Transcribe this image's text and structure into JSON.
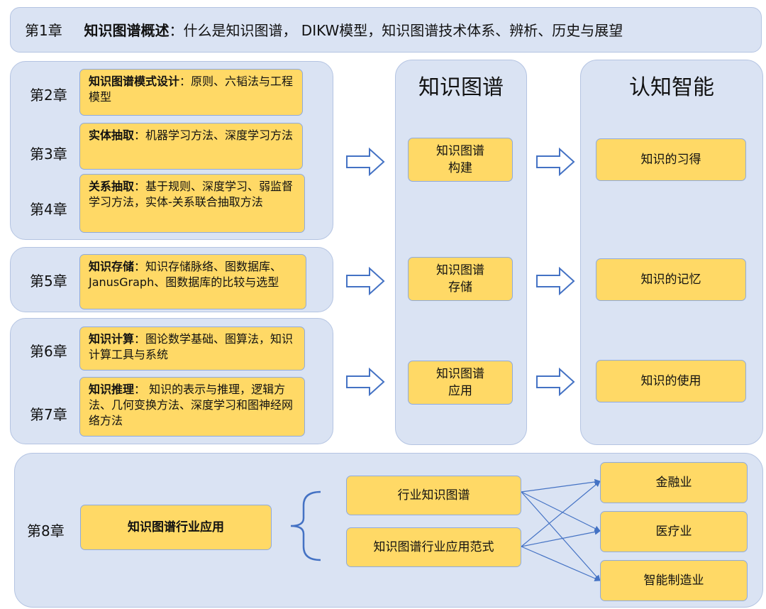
{
  "chapter1": {
    "num": "第1章",
    "title": "知识图谱概述",
    "desc": "：什么是知识图谱， DIKW模型，知识图谱技术体系、辨析、历史与展望"
  },
  "group1": {
    "ch2": {
      "num": "第2章",
      "title": "知识图谱模式设计",
      "desc": "：原则、六韬法与工程模型"
    },
    "ch3": {
      "num": "第3章",
      "title": "实体抽取",
      "desc": "：机器学习方法、深度学习方法"
    },
    "ch4": {
      "num": "第4章",
      "title": "关系抽取",
      "desc": "：基于规则、深度学习、弱监督学习方法，实体-关系联合抽取方法"
    }
  },
  "group2": {
    "ch5": {
      "num": "第5章",
      "title": "知识存储",
      "desc": "：知识存储脉络、图数据库、 JanusGraph、图数据库的比较与选型"
    }
  },
  "group3": {
    "ch6": {
      "num": "第6章",
      "title": "知识计算",
      "desc": "：图论数学基础、图算法，知识计算工具与系统"
    },
    "ch7": {
      "num": "第7章",
      "title": "知识推理",
      "desc": "： 知识的表示与推理，逻辑方法、几何变换方法、深度学习和图神经网络方法"
    }
  },
  "kg_column": {
    "heading": "知识图谱",
    "items": [
      "知识图谱\n构建",
      "知识图谱\n存储",
      "知识图谱\n应用"
    ]
  },
  "ci_column": {
    "heading": "认知智能",
    "items": [
      "知识的习得",
      "知识的记忆",
      "知识的使用"
    ]
  },
  "chapter8": {
    "num": "第8章",
    "box": "知识图谱行业应用",
    "mid": [
      "行业知识图谱",
      "知识图谱行业应用范式"
    ],
    "industries": [
      "金融业",
      "医疗业",
      "智能制造业"
    ]
  },
  "colors": {
    "panel": "#dae3f3",
    "box": "#ffd966",
    "border": "#8faadc",
    "line": "#4472c4"
  }
}
